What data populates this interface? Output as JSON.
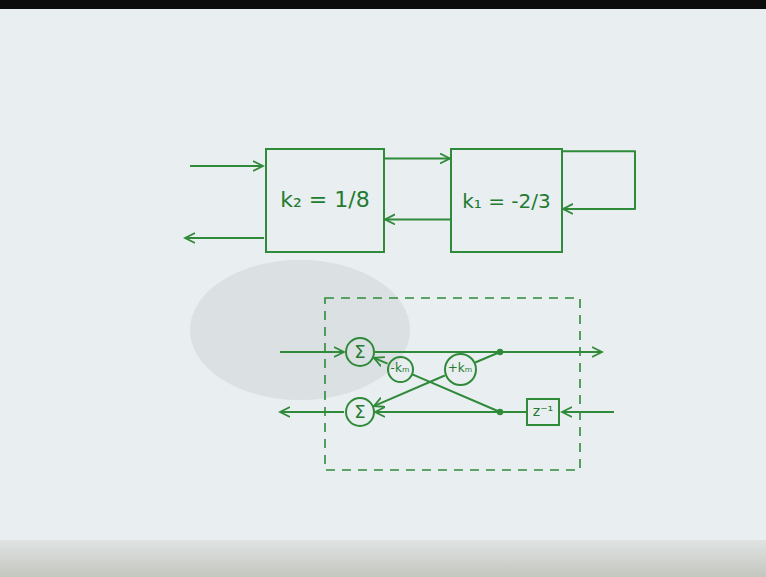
{
  "diagram": {
    "nodes": [
      {
        "text": [
          "k₂ = 1/8"
        ]
      },
      {
        "text": [
          "k₁ = -2/3"
        ]
      },
      {
        "text": [
          "Σ"
        ]
      },
      {
        "text": [
          "Σ"
        ]
      },
      {
        "text": [
          "-kₘ"
        ]
      },
      {
        "text": [
          "+kₘ"
        ]
      },
      {
        "text": [
          "z⁻¹"
        ]
      }
    ],
    "edges": [
      {
        "from": 0,
        "to": 1,
        "arrow": "to"
      },
      {
        "from": 1,
        "to": 0,
        "arrow": "to"
      },
      {
        "from": 1,
        "to": 1,
        "arrow": "to"
      },
      {
        "from": 4,
        "to": 2,
        "arrow": "to"
      },
      {
        "from": 5,
        "to": 3,
        "arrow": "to"
      },
      {
        "from": 2,
        "to": 5,
        "arrow": "none"
      },
      {
        "from": 6,
        "to": 3,
        "arrow": "to"
      },
      {
        "from": 6,
        "to": 4,
        "arrow": "none"
      }
    ]
  }
}
